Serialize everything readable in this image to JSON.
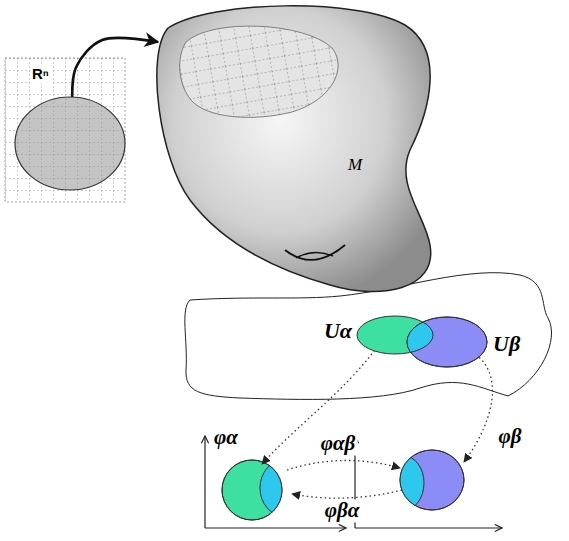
{
  "diagram": {
    "nodes": [
      {
        "text": [
          "Rⁿ"
        ]
      },
      {
        "text": [
          "M"
        ]
      },
      {
        "text": [
          "Uα"
        ]
      },
      {
        "text": [
          "Uβ"
        ]
      }
    ],
    "edges": [
      {
        "from": 0,
        "to": 1,
        "arrow": "to"
      }
    ],
    "labels": [
      "φα",
      "φβ",
      "φαβ",
      "φβα"
    ]
  }
}
